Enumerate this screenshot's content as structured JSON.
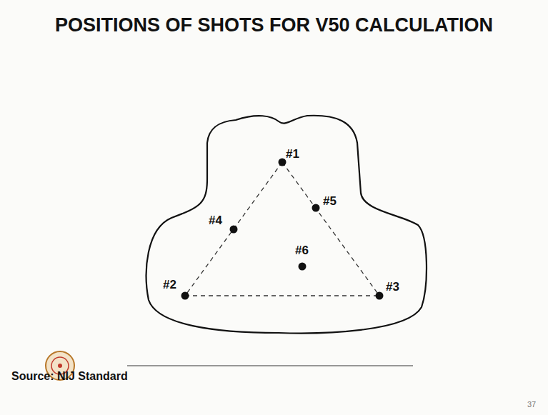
{
  "diagram": {
    "title": "POSITIONS OF SHOTS FOR V50 CALCULATION",
    "labels": [
      "#1",
      "#4",
      "#5",
      "#6",
      "#2",
      "#3",
      "Source: NIJ Standard",
      "37"
    ]
  }
}
